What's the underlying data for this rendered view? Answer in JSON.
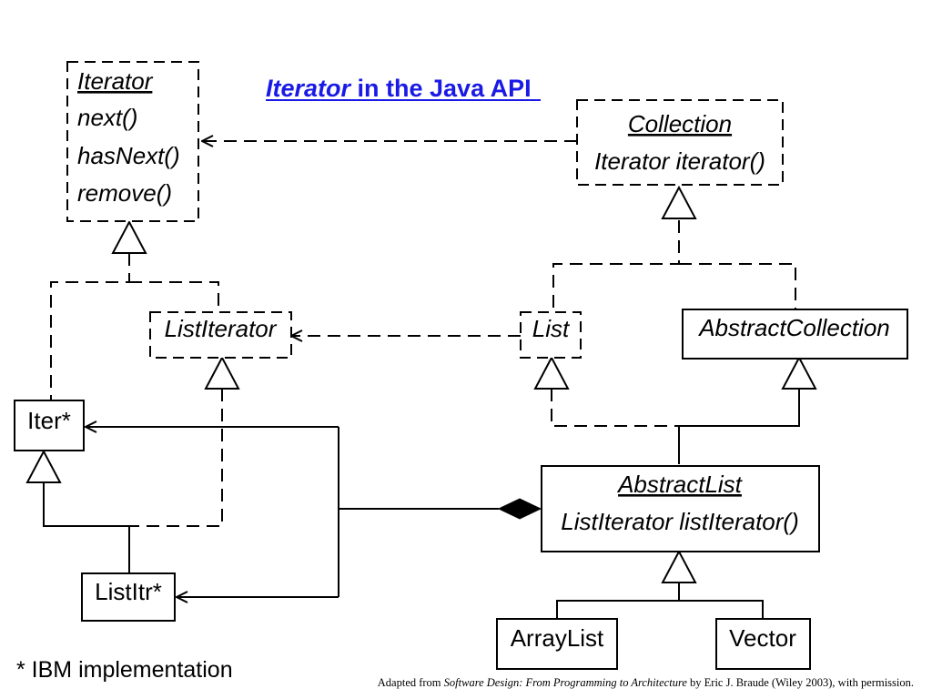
{
  "title": {
    "italic_part": "Iterator",
    "rest": " in the Java API"
  },
  "nodes": {
    "iterator": {
      "name": "Iterator",
      "methods": [
        "next()",
        "hasNext()",
        "remove()"
      ]
    },
    "collection": {
      "name": "Collection",
      "methods": [
        "Iterator iterator()"
      ]
    },
    "list_iterator": {
      "name": "ListIterator"
    },
    "list": {
      "name": "List"
    },
    "abstract_collection": {
      "name": "AbstractCollection"
    },
    "iter": {
      "name": "Iter*"
    },
    "abstract_list": {
      "name": "AbstractList",
      "methods": [
        "ListIterator listIterator()"
      ]
    },
    "list_itr": {
      "name": "ListItr*"
    },
    "array_list": {
      "name": "ArrayList"
    },
    "vector": {
      "name": "Vector"
    }
  },
  "footnote": "* IBM implementation",
  "credit": {
    "prefix": "Adapted from ",
    "book": "Software Design: From Programming to Architecture",
    "suffix": " by Eric J. Braude (Wiley 2003), with permission."
  }
}
